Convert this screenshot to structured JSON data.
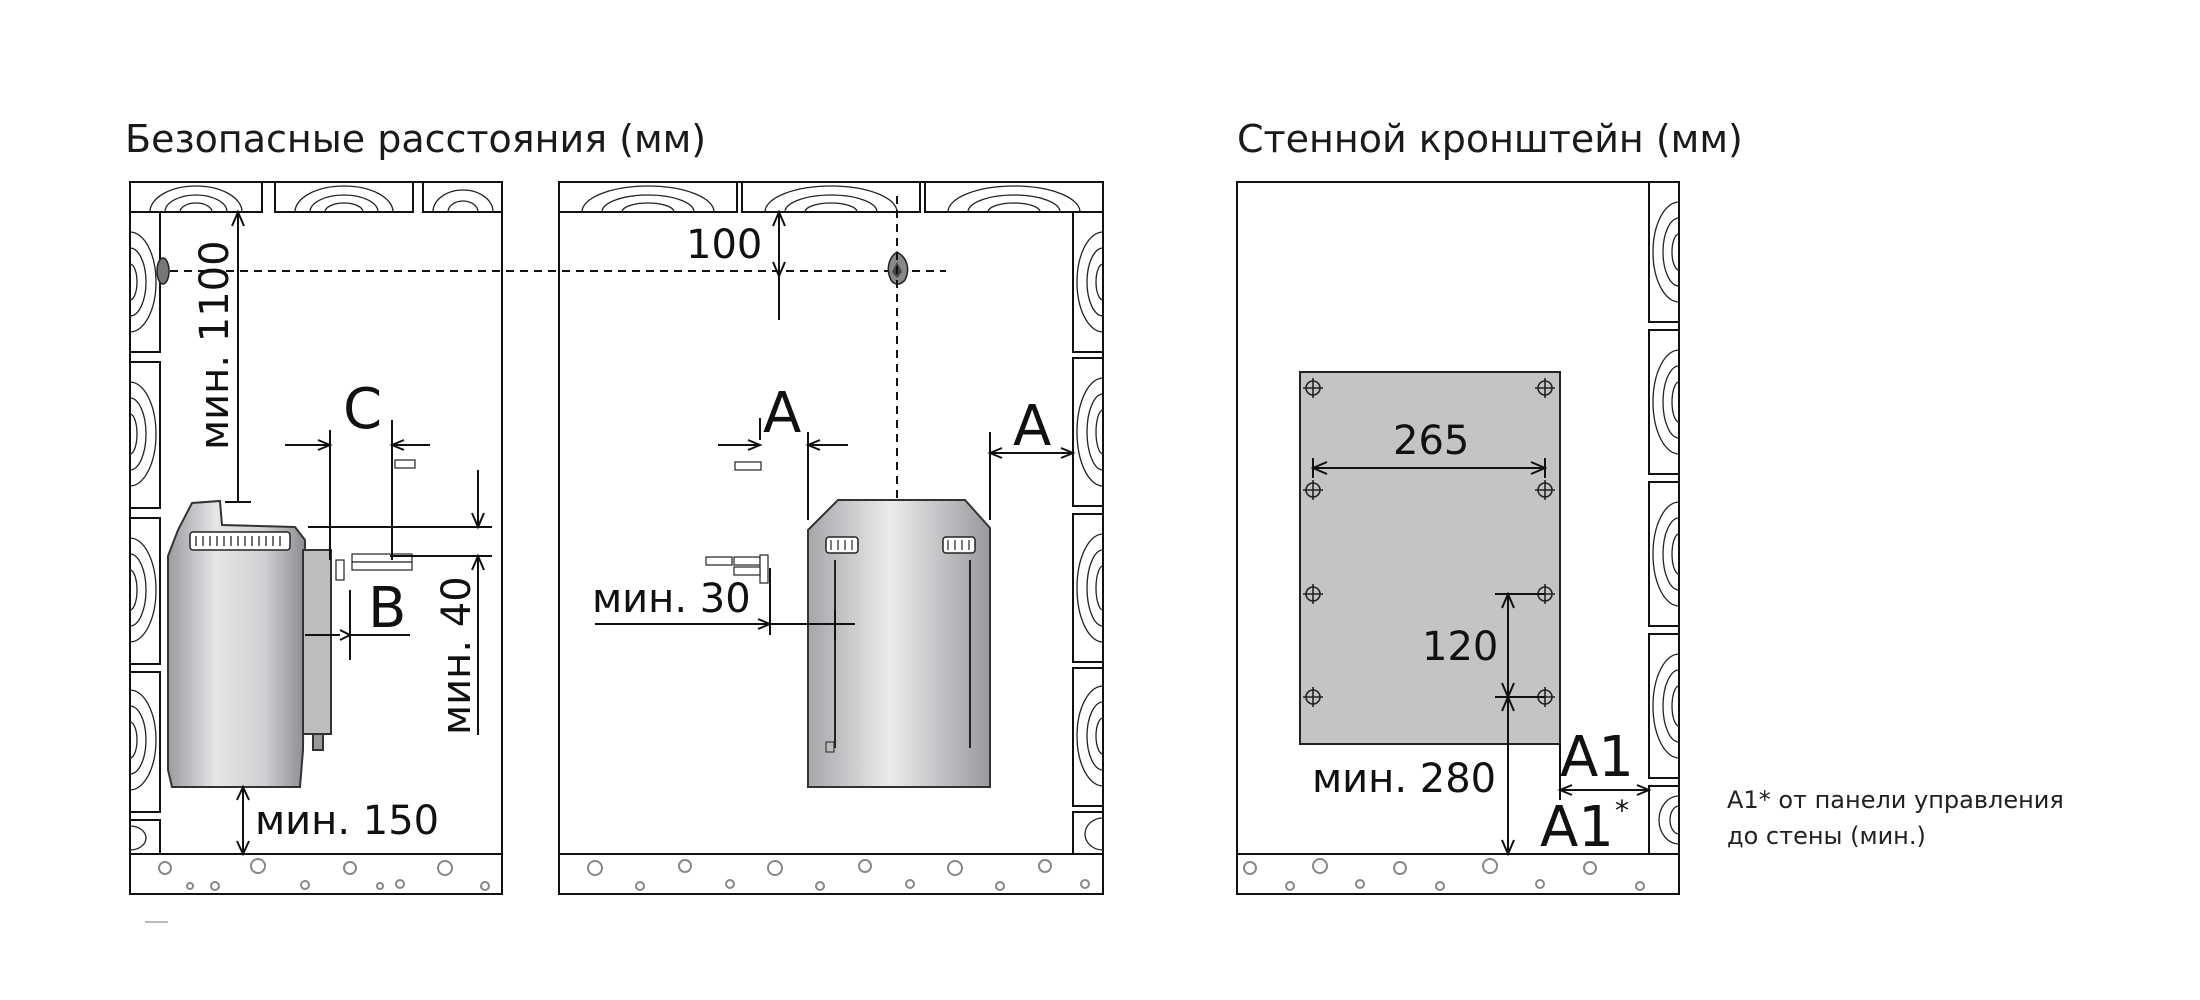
{
  "titles": {
    "safe_distances": "Безопасные расстояния (мм)",
    "wall_bracket": "Стенной кронштейн (мм)"
  },
  "side_view": {
    "min_1100": "мин. 1100",
    "label_c": "C",
    "label_b": "B",
    "min_40": "мин. 40",
    "min_150": "мин. 150"
  },
  "front_view": {
    "dim_100": "100",
    "label_a_left": "A",
    "label_a_right": "A",
    "min_30": "мин. 30"
  },
  "bracket_view": {
    "dim_265": "265",
    "dim_120": "120",
    "min_280": "мин. 280",
    "label_a1": "A1",
    "label_a1_star": "A1",
    "star": "*"
  },
  "note": {
    "line1": "A1* от панели управления",
    "line2": "до стены (мин.)"
  },
  "colors": {
    "ink": "#111111",
    "heater_gradient_light": "#e4e4e6",
    "heater_gradient_dark": "#9a9a9e",
    "plate_fill": "#c4c4c6",
    "pebble": "#888888"
  }
}
